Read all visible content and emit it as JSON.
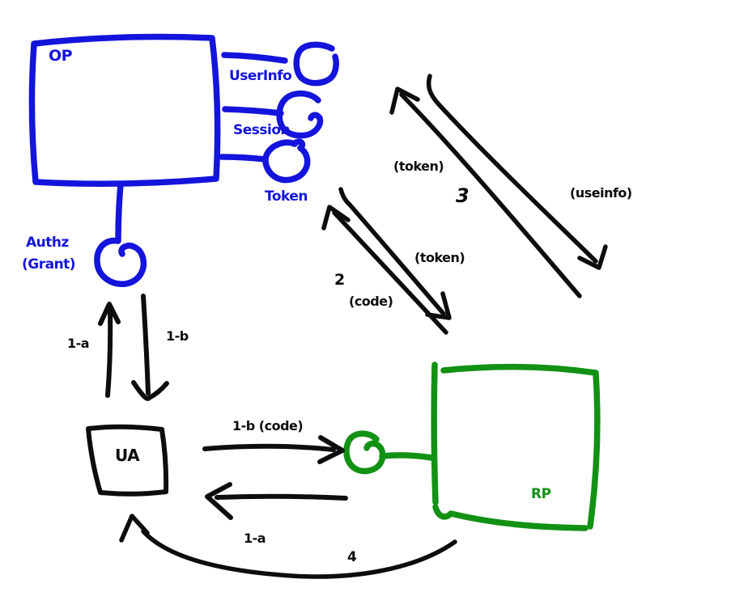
{
  "colors": {
    "blue": "#1414dc",
    "green": "#129114",
    "ink": "#0d0d0d",
    "bg": "#ffffff"
  },
  "nodes": {
    "op": {
      "label": "OP"
    },
    "ua": {
      "label": "UA"
    },
    "rp": {
      "label": "RP"
    }
  },
  "op_endpoints": {
    "userinfo": {
      "label": "UserInfo"
    },
    "session": {
      "label": "Session"
    },
    "token": {
      "label": "Token"
    },
    "authz": {
      "label_line1": "Authz",
      "label_line2": "(Grant)"
    }
  },
  "arrows": {
    "ua_to_authz": {
      "label": "1-a"
    },
    "authz_to_ua": {
      "label": "1-b"
    },
    "rp_to_token": {
      "number": "2",
      "label": "(code)"
    },
    "token_to_rp": {
      "label": "(token)"
    },
    "rp_to_userinfo": {
      "number": "3",
      "label": "(token)"
    },
    "userinfo_to_rp": {
      "label": "(useinfo)"
    },
    "ua_to_rp": {
      "label": "1-b (code)"
    },
    "rp_to_ua": {
      "label": "1-a"
    },
    "rp_to_ua_arc": {
      "label": "4"
    }
  }
}
